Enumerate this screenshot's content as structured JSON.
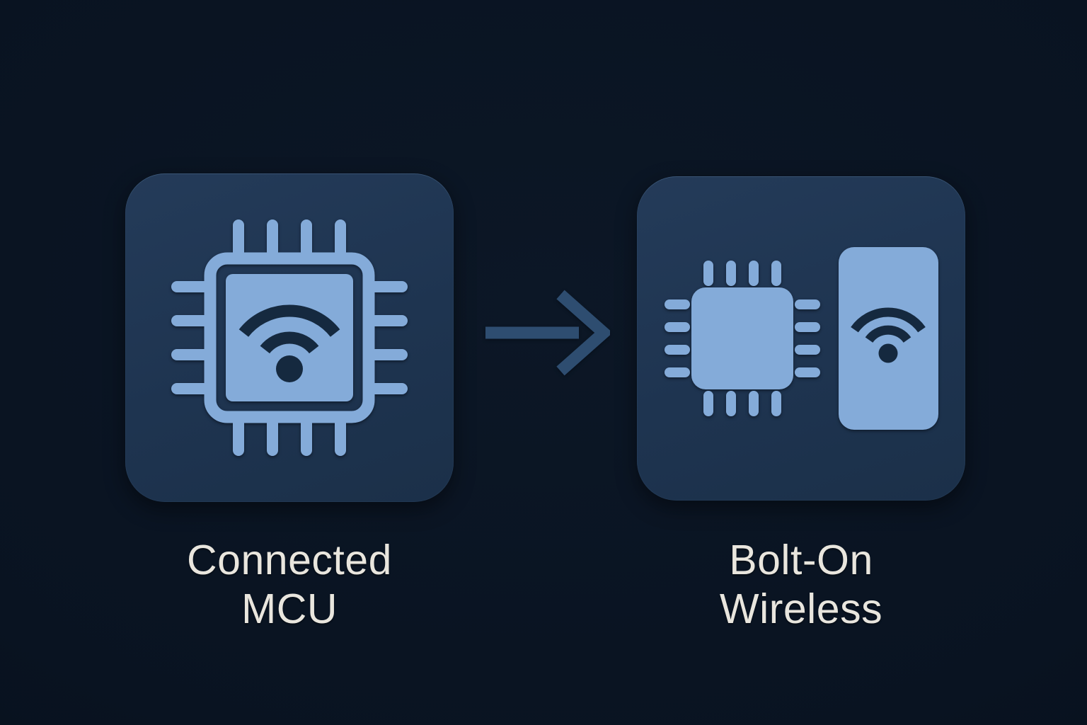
{
  "diagram": {
    "left_card": {
      "label_line1": "Connected",
      "label_line2": "MCU",
      "icons": [
        "mcu-chip-icon",
        "wifi-icon"
      ]
    },
    "right_card": {
      "label_line1": "Bolt-On",
      "label_line2": "Wireless",
      "icons": [
        "mcu-chip-icon",
        "wireless-module-icon",
        "wifi-icon"
      ]
    },
    "arrow": {
      "icon": "arrow-right-icon",
      "direction": "right"
    }
  },
  "colors": {
    "background": "#081321",
    "card": "#1f3650",
    "icon_blue": "#84abd9",
    "glyph_dark": "#15293f",
    "arrow": "#2e4d70",
    "text": "#e9e6de"
  }
}
